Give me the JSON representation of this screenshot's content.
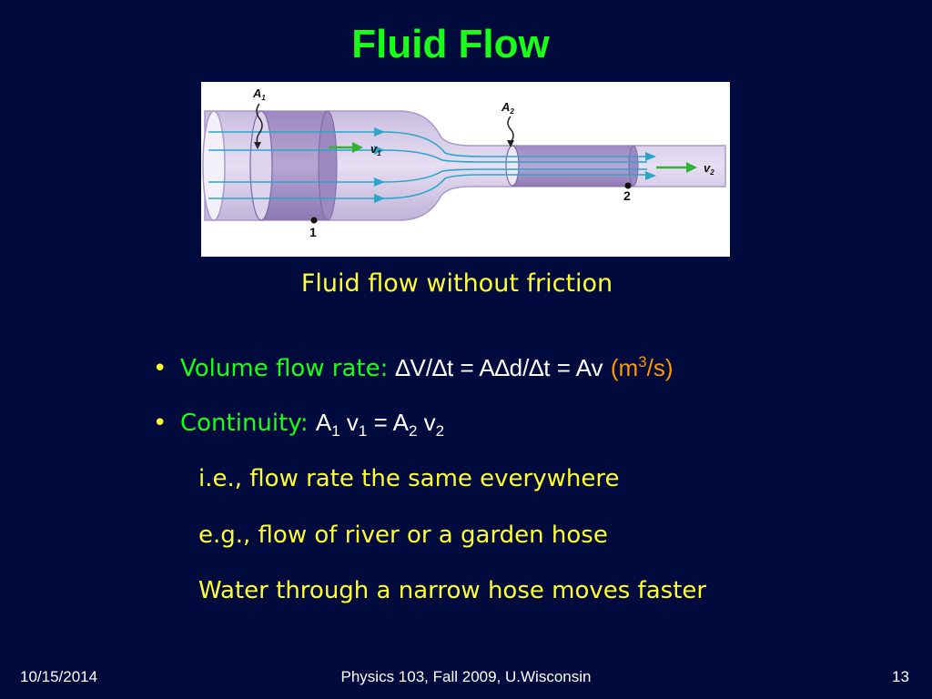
{
  "title": "Fluid Flow",
  "figure": {
    "label_a1": "A",
    "label_a1_sub": "1",
    "label_a2": "A",
    "label_a2_sub": "2",
    "label_v1": "v",
    "label_v1_sub": "1",
    "label_v2": "v",
    "label_v2_sub": "2",
    "point_1": "1",
    "point_2": "2"
  },
  "caption": "Fluid flow without friction",
  "bullets": [
    {
      "label": "Volume flow rate:",
      "formula_main": "∆V/∆t = A∆d/∆t = Av",
      "unit_prefix": "(m",
      "unit_sup": "3",
      "unit_suffix": "/s)"
    },
    {
      "label": "Continuity:",
      "a1": "A",
      "a1_sub": "1",
      "v1": "v",
      "v1_sub": "1",
      "eq": "=",
      "a2": "A",
      "a2_sub": "2",
      "v2": "v",
      "v2_sub": "2"
    }
  ],
  "lines": [
    "i.e., flow rate the same everywhere",
    "e.g., flow of river or a garden hose",
    "Water through a narrow hose moves faster"
  ],
  "footer": {
    "date": "10/15/2014",
    "course": "Physics 103, Fall 2009, U.Wisconsin",
    "page": "13"
  },
  "colors": {
    "background": "#000a3d",
    "title": "#1aff1a",
    "text": "#ffff33",
    "unit": "#ff9900"
  }
}
